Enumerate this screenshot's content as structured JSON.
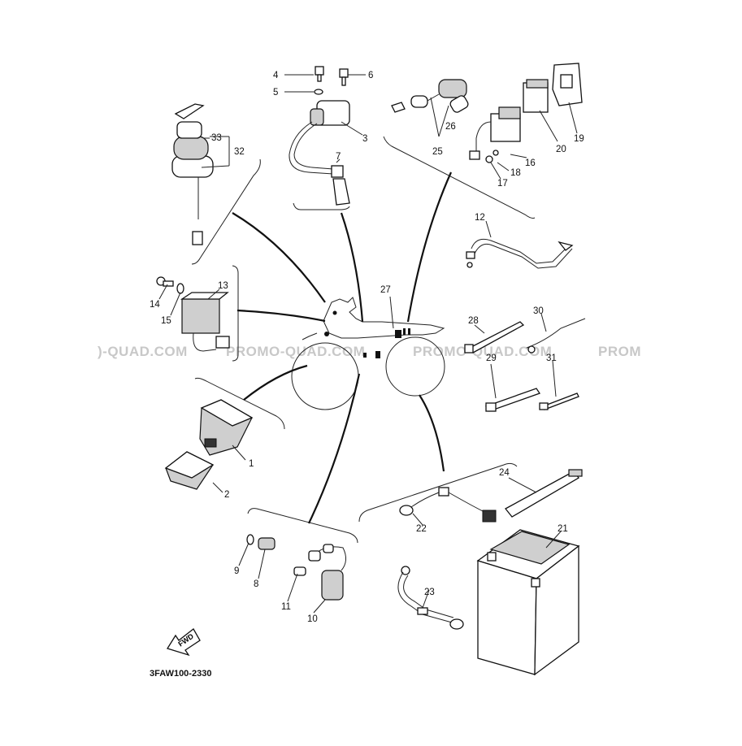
{
  "watermark": {
    "segments": [
      ")-QUAD.COM",
      "PROMO-QUAD.COM",
      "PROMO-QUAD.COM",
      "PROM"
    ]
  },
  "diagram_code": "3FAW100-2330",
  "fwd_label": "FWD",
  "callouts": {
    "c1": "1",
    "c2": "2",
    "c3": "3",
    "c4": "4",
    "c5": "5",
    "c6": "6",
    "c7": "7",
    "c8": "8",
    "c9": "9",
    "c10": "10",
    "c11": "11",
    "c12": "12",
    "c13": "13",
    "c14": "14",
    "c15": "15",
    "c16": "16",
    "c17": "17",
    "c18": "18",
    "c19": "19",
    "c20": "20",
    "c21": "21",
    "c22": "22",
    "c23": "23",
    "c24": "24",
    "c25": "25",
    "c26": "26",
    "c27": "27",
    "c28": "28",
    "c29": "29",
    "c30": "30",
    "c31": "31",
    "c32": "32",
    "c33": "33"
  }
}
